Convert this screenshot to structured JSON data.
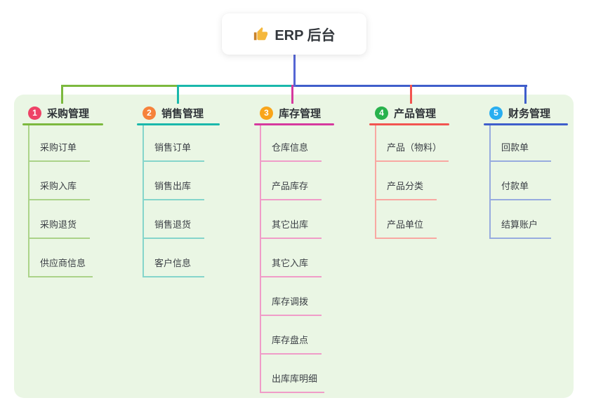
{
  "root": {
    "label": "ERP 后台",
    "icon": "thumbs-up"
  },
  "colors": {
    "canvas_bg": "#ffffff",
    "panel_bg": "#eaf6e4",
    "root_stem": "#5566d4",
    "label_text": "#2f3338",
    "child_text": "#3c4046"
  },
  "branches": [
    {
      "id": "purchase",
      "badge": "1",
      "label": "采购管理",
      "line_color": "#7cb93e",
      "child_line_color": "#abd389",
      "badge_color": "#ee4266",
      "children": [
        "采购订单",
        "采购入库",
        "采购退货",
        "供应商信息"
      ]
    },
    {
      "id": "sales",
      "badge": "2",
      "label": "销售管理",
      "line_color": "#1ab8ab",
      "child_line_color": "#85d5cb",
      "badge_color": "#f6823b",
      "children": [
        "销售订单",
        "销售出库",
        "销售退货",
        "客户信息"
      ]
    },
    {
      "id": "inventory",
      "badge": "3",
      "label": "库存管理",
      "line_color": "#d6399e",
      "child_line_color": "#f09cc8",
      "badge_color": "#f9a51a",
      "children": [
        "仓库信息",
        "产品库存",
        "其它出库",
        "其它入库",
        "库存调拨",
        "库存盘点",
        "出库库明细"
      ]
    },
    {
      "id": "product",
      "badge": "4",
      "label": "产品管理",
      "line_color": "#f25450",
      "child_line_color": "#f8a8a2",
      "badge_color": "#28b24c",
      "children": [
        "产品（物料）",
        "产品分类",
        "产品单位"
      ]
    },
    {
      "id": "finance",
      "badge": "5",
      "label": "财务管理",
      "line_color": "#3f5ecb",
      "child_line_color": "#97abdf",
      "badge_color": "#29aef0",
      "children": [
        "回款单",
        "付款单",
        "结算账户"
      ]
    }
  ]
}
